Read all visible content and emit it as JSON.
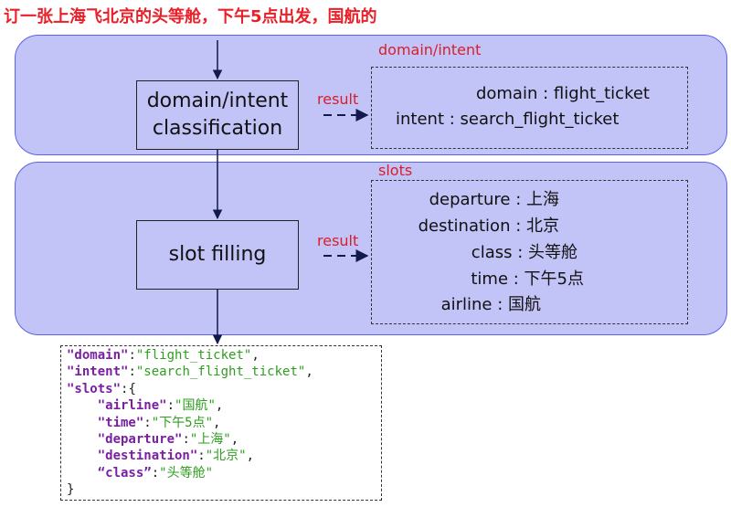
{
  "heading": "订一张上海飞北京的头等舱，下午5点出发，国航的",
  "band_intent": {
    "label": "domain/intent",
    "process": [
      "domain/intent",
      "classification"
    ],
    "result_label": "result",
    "rows": [
      {
        "key": "domain",
        "sep": " : ",
        "value": "flight_ticket"
      },
      {
        "key": "intent",
        "sep": " : ",
        "value": "search_flight_ticket"
      }
    ]
  },
  "band_slots": {
    "label": "slots",
    "process": [
      "slot filling"
    ],
    "result_label": "result",
    "rows": [
      {
        "key": "departure",
        "sep": " : ",
        "value": "上海"
      },
      {
        "key": "destination",
        "sep": " : ",
        "value": "北京"
      },
      {
        "key": "class",
        "sep": " : ",
        "value": "头等舱"
      },
      {
        "key": "time",
        "sep": " : ",
        "value": "下午5点"
      },
      {
        "key": "airline",
        "sep": " : ",
        "value": "国航"
      }
    ]
  },
  "code": {
    "domain_key": "\"domain\"",
    "domain_val": "\"flight_ticket\"",
    "intent_key": "\"intent\"",
    "intent_val": "\"search_flight_ticket\"",
    "slots_key": "\"slots\"",
    "airline_key": "\"airline\"",
    "airline_val": "\"国航\"",
    "time_key": "\"time\"",
    "time_val": "\"下午5点\"",
    "departure_key": "\"departure\"",
    "departure_val": "\"上海\"",
    "destination_key": "\"destination\"",
    "destination_val": "\"北京\"",
    "class_key": "“class”",
    "class_val": "\"头等舱\"",
    "close": "}"
  },
  "colors": {
    "band_fill": "#c2c3f6",
    "band_border": "#5b63e8",
    "accent_red": "#d81f2a",
    "arrow": "#111a4a",
    "json_key": "#7a1fa2",
    "json_value": "#2e9e1f"
  }
}
